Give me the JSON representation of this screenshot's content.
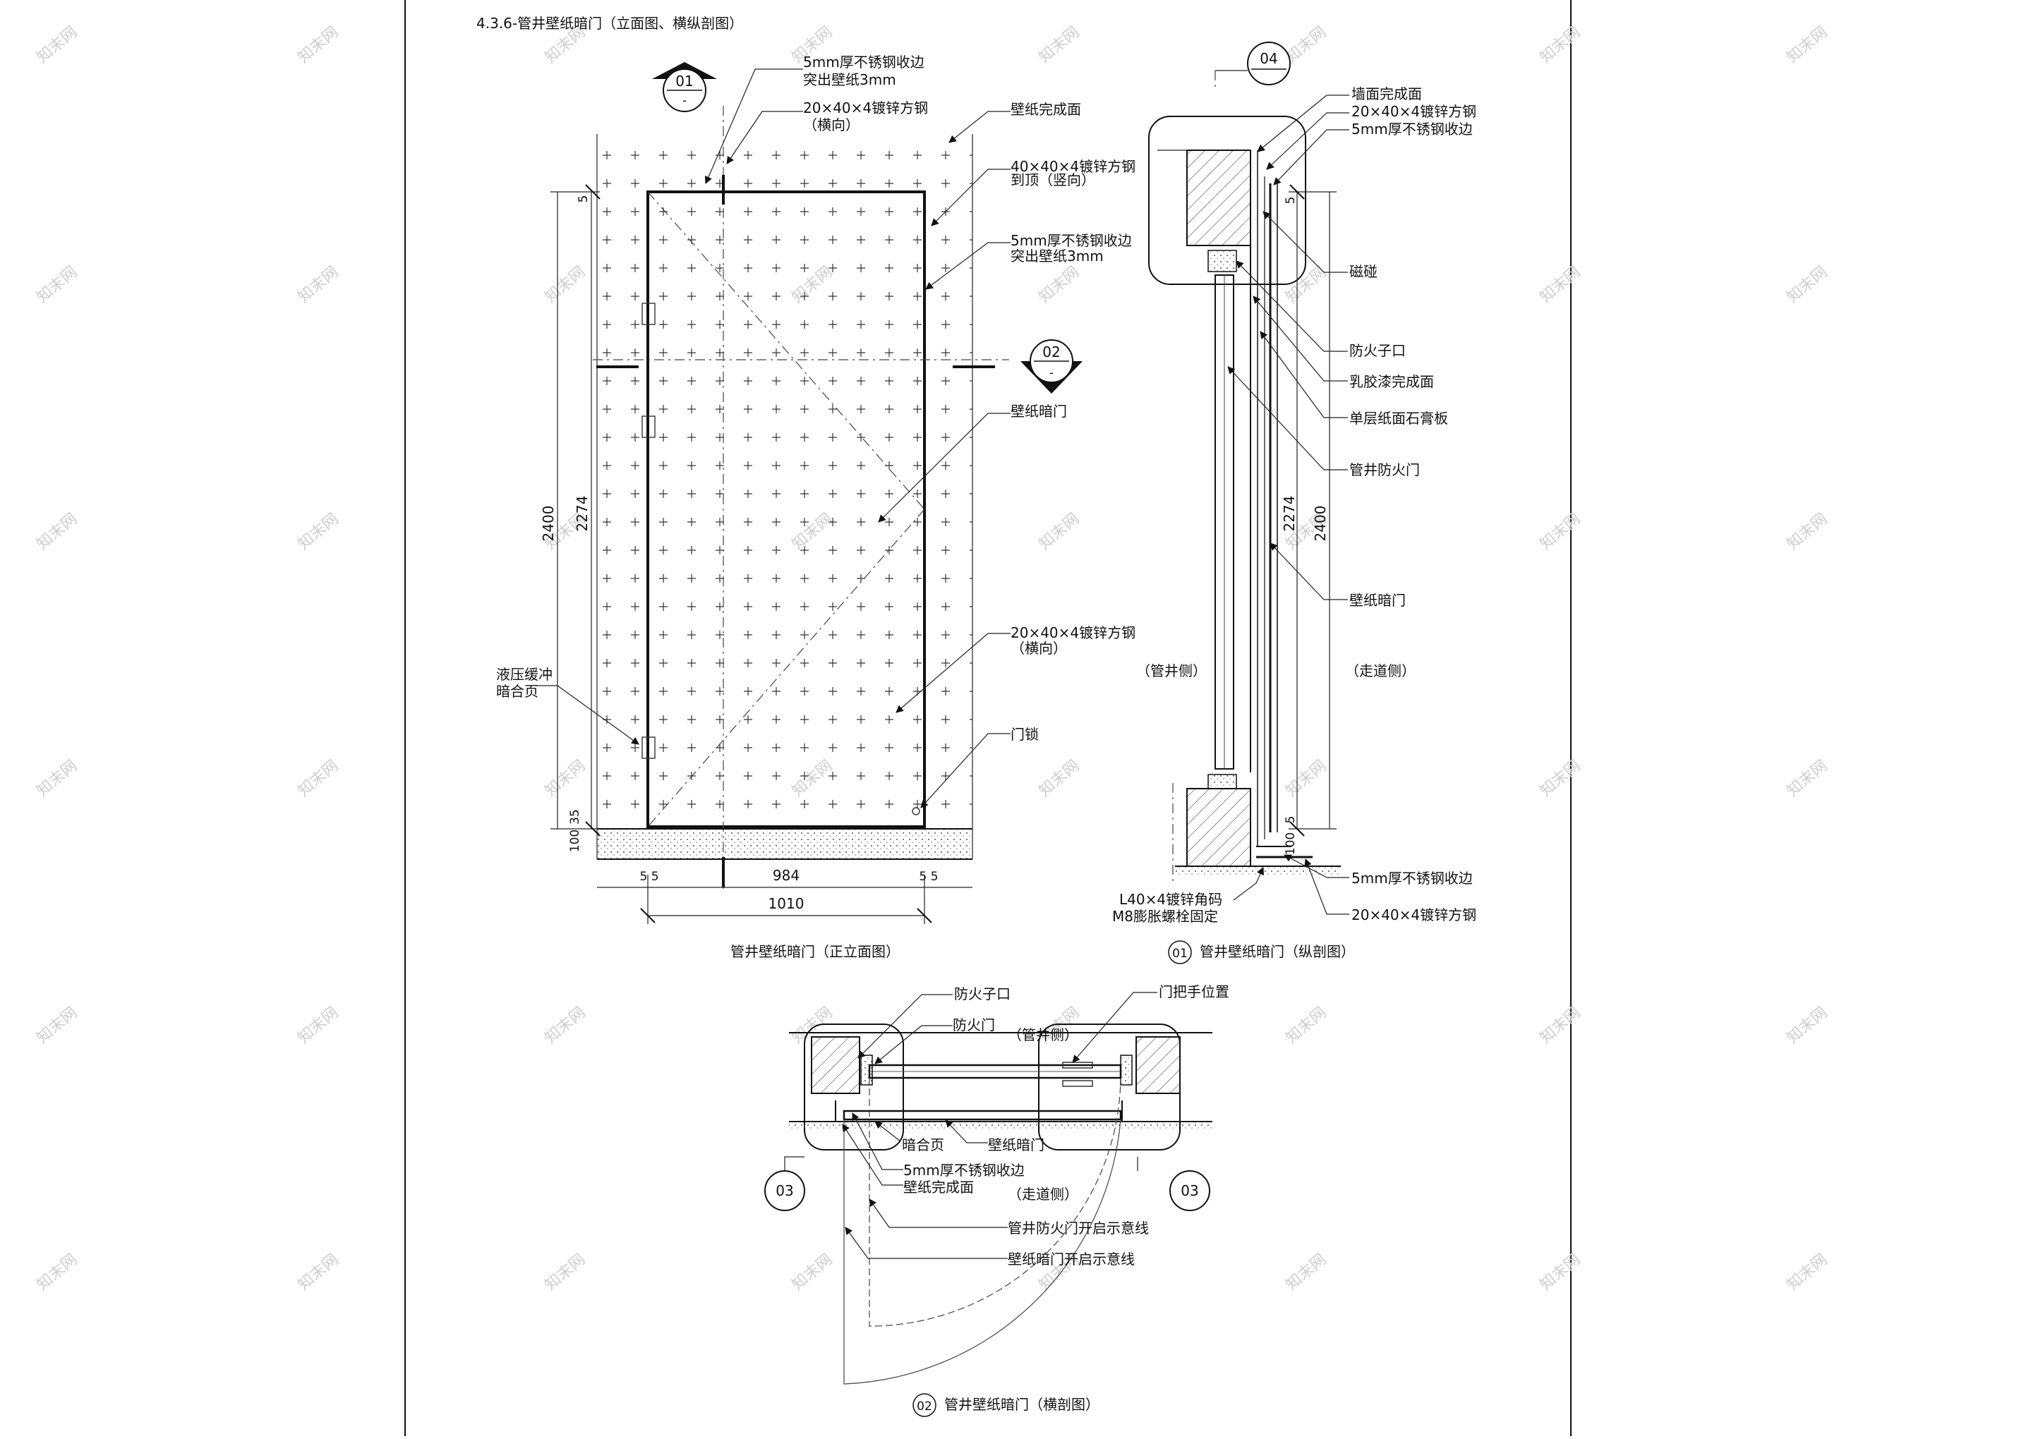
{
  "sheet_title": "4.3.6-管井壁纸暗门（立面图、横纵剖图）",
  "elevation": {
    "caption": "管井壁纸暗门（正立面图）",
    "callouts": {
      "c1": "5mm厚不锈钢收边",
      "c1b": "突出壁纸3mm",
      "c2": "20×40×4镀锌方钢",
      "c2b": "（横向）",
      "c3": "壁纸完成面",
      "c4": "40×40×4镀锌方钢",
      "c4b": "到顶（竖向）",
      "c5": "5mm厚不锈钢收边",
      "c5b": "突出壁纸3mm",
      "c6": "壁纸暗门",
      "c7": "20×40×4镀锌方钢",
      "c7b": "（横向）",
      "c8": "门锁",
      "c9": "液压缓冲",
      "c9b": "暗合页"
    },
    "section_marks": {
      "s01": "01",
      "s02": "02",
      "dash": "-"
    },
    "dims": {
      "h_total": "2400",
      "h_door": "2274",
      "w_door": "984",
      "w_total": "1010",
      "small_5_5a": "5",
      "small_5_5b": "5",
      "bot_100": "100",
      "bot_35": "35",
      "left_55": "5 5",
      "right_55": "5 5"
    }
  },
  "vertical_section": {
    "caption_num": "01",
    "caption": "管井壁纸暗门（纵剖图）",
    "mark": "04",
    "callouts": {
      "v1": "墙面完成面",
      "v2": "20×40×4镀锌方钢",
      "v3": "5mm厚不锈钢收边",
      "v4": "磁碰",
      "v5": "防火子口",
      "v6": "乳胶漆完成面",
      "v7": "单层纸面石膏板",
      "v8": "管井防火门",
      "v9": "壁纸暗门",
      "v10": "5mm厚不锈钢收边",
      "v11": "20×40×4镀锌方钢",
      "v12": "L40×4镀锌角码",
      "v13": "M8膨胀螺栓固定",
      "left_side": "（管井侧）",
      "right_side": "（走道侧）"
    },
    "dims": {
      "h_door": "2274",
      "h_total": "2400",
      "top5": "5",
      "bot100": "100",
      "bot5": "5"
    }
  },
  "horizontal_section": {
    "caption_num": "02",
    "caption": "管井壁纸暗门（横剖图）",
    "mark_left": "03",
    "mark_right": "03",
    "callouts": {
      "h1": "防火子口",
      "h2": "防火门",
      "h3": "门把手位置",
      "h4": "（管井侧）",
      "h5": "暗合页",
      "h6": "壁纸暗门",
      "h7": "5mm厚不锈钢收边",
      "h8": "壁纸完成面",
      "h9": "（走道侧）",
      "h10": "管井防火门开启示意线",
      "h11": "壁纸暗门开启示意线"
    }
  },
  "watermark": "知末网"
}
